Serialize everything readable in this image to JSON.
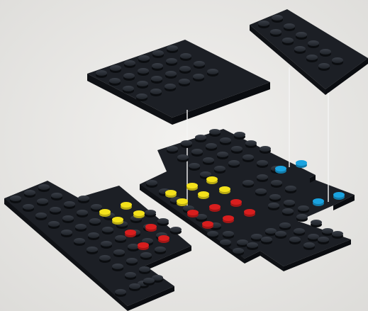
{
  "diagram": {
    "kind": "exploded-assembly-instruction",
    "colors": {
      "background": "#e9e8e6",
      "plate": "#1c1f25",
      "plate_edge": "#0f1115",
      "plate_top": "#23272e",
      "guide_line": "#f4f4f4",
      "highlight_yellow": "#f4e21b",
      "highlight_red": "#d81e1e",
      "highlight_blue": "#1aa3e0"
    },
    "parts": [
      {
        "id": "plate-top-center",
        "studs": "4x6",
        "color": "black",
        "position": "floating"
      },
      {
        "id": "plate-top-right",
        "studs": "2x6",
        "color": "black",
        "position": "floating"
      },
      {
        "id": "plate-left",
        "studs": "irregular",
        "color": "black",
        "position": "base"
      },
      {
        "id": "plate-center-stack",
        "studs": "irregular",
        "color": "black",
        "position": "base"
      }
    ],
    "highlight_groups": [
      {
        "part": "plate-left",
        "color": "yellow",
        "count": 4
      },
      {
        "part": "plate-left",
        "color": "red",
        "count": 4
      },
      {
        "part": "plate-center-stack",
        "color": "yellow",
        "count": 6
      },
      {
        "part": "plate-center-stack",
        "color": "red",
        "count": 6
      },
      {
        "part": "plate-center-stack",
        "color": "blue",
        "count": 4
      }
    ]
  }
}
